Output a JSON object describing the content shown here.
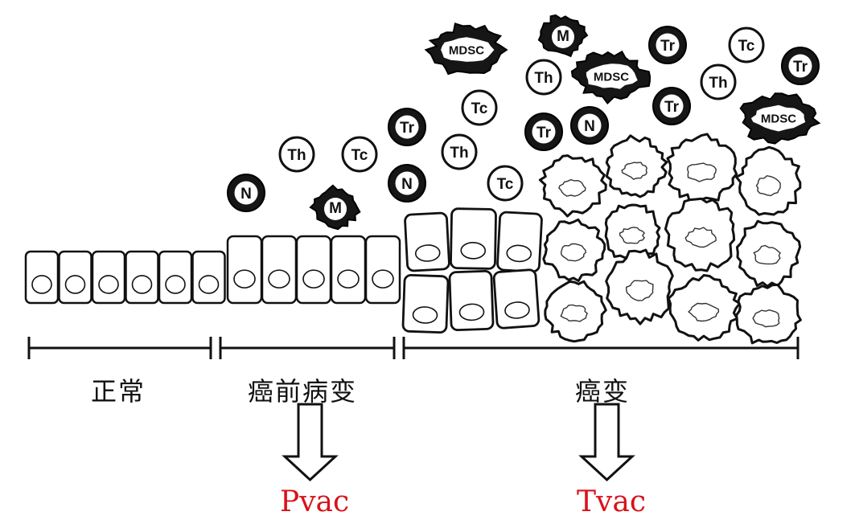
{
  "stages": {
    "normal": "正常",
    "precancerous": "癌前病变",
    "cancer": "癌变"
  },
  "vaccines": {
    "precancer_vaccine": "Pvac",
    "tumor_vaccine": "Tvac"
  },
  "cells": [
    {
      "label": "N",
      "kind": "dark"
    },
    {
      "label": "M",
      "kind": "dark-irregular"
    },
    {
      "label": "Th",
      "kind": "light"
    },
    {
      "label": "Tc",
      "kind": "light"
    },
    {
      "label": "N",
      "kind": "dark"
    },
    {
      "label": "Tr",
      "kind": "dark"
    },
    {
      "label": "Th",
      "kind": "light"
    },
    {
      "label": "Tc",
      "kind": "light"
    },
    {
      "label": "Tc",
      "kind": "light"
    },
    {
      "label": "Tr",
      "kind": "dark"
    },
    {
      "label": "N",
      "kind": "dark"
    },
    {
      "label": "Th",
      "kind": "light"
    },
    {
      "label": "MDSC",
      "kind": "mdsc"
    },
    {
      "label": "M",
      "kind": "dark-irregular"
    },
    {
      "label": "MDSC",
      "kind": "mdsc"
    },
    {
      "label": "Tr",
      "kind": "dark"
    },
    {
      "label": "Tr",
      "kind": "dark"
    },
    {
      "label": "Th",
      "kind": "light"
    },
    {
      "label": "Tc",
      "kind": "light"
    },
    {
      "label": "Tr",
      "kind": "dark"
    },
    {
      "label": "MDSC",
      "kind": "mdsc"
    }
  ],
  "colors": {
    "ink": "#111111",
    "vaccine_text": "#d8121b",
    "background": "#ffffff"
  }
}
